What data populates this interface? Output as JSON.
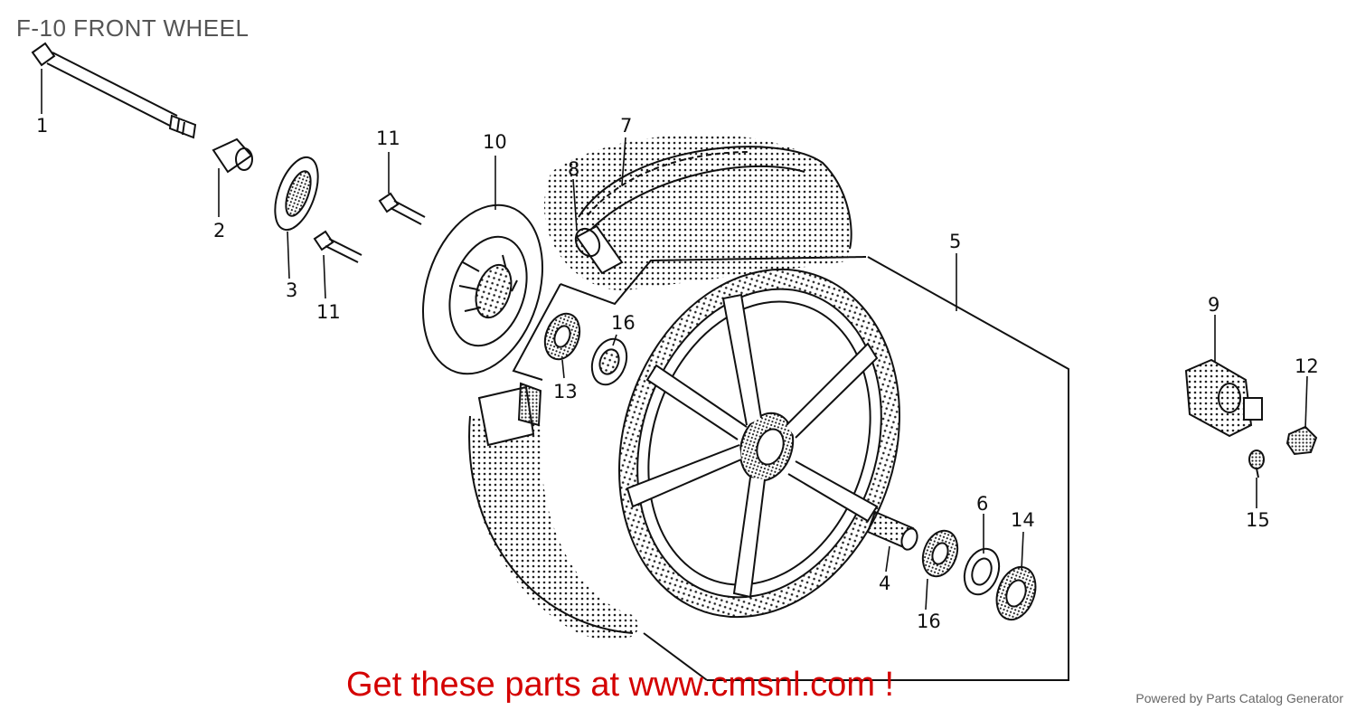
{
  "title": "F-10 FRONT WHEEL",
  "callouts": [
    "1",
    "2",
    "3",
    "11",
    "11",
    "10",
    "7",
    "8",
    "5",
    "16",
    "13",
    "9",
    "12",
    "15",
    "6",
    "14",
    "4",
    "16"
  ],
  "promo_text": "Get these parts at www.cmsnl.com !",
  "credit_text": "Powered by Parts Catalog Generator",
  "colors": {
    "promo": "#d40000",
    "title": "#555555",
    "line": "#111111"
  }
}
